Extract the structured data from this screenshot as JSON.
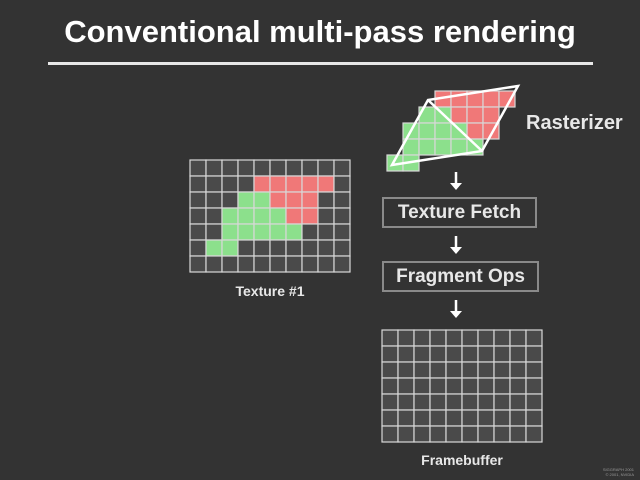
{
  "title": "Conventional multi-pass rendering",
  "labels": {
    "rasterizer": "Rasterizer",
    "texture_fetch": "Texture Fetch",
    "fragment_ops": "Fragment Ops",
    "texture": "Texture #1",
    "framebuffer": "Framebuffer"
  },
  "footer": [
    "SIGGRAPH 2001",
    "© 2001, NVIDIA"
  ],
  "colors": {
    "red": "#f07878",
    "green": "#8ce08c",
    "cell": "#4a4a4a",
    "grid": "#d8d8d8"
  },
  "texture_grid": {
    "cols": 10,
    "rows": 7,
    "red": [
      [
        1,
        4
      ],
      [
        1,
        5
      ],
      [
        1,
        6
      ],
      [
        1,
        7
      ],
      [
        1,
        8
      ],
      [
        2,
        5
      ],
      [
        2,
        6
      ],
      [
        2,
        7
      ],
      [
        3,
        6
      ],
      [
        3,
        7
      ]
    ],
    "green": [
      [
        2,
        3
      ],
      [
        2,
        4
      ],
      [
        3,
        2
      ],
      [
        3,
        3
      ],
      [
        3,
        4
      ],
      [
        3,
        5
      ],
      [
        4,
        2
      ],
      [
        4,
        3
      ],
      [
        4,
        4
      ],
      [
        4,
        5
      ],
      [
        4,
        6
      ],
      [
        5,
        1
      ],
      [
        5,
        2
      ]
    ]
  },
  "raster_grid": {
    "red": [
      [
        0,
        3
      ],
      [
        0,
        4
      ],
      [
        0,
        5
      ],
      [
        0,
        6
      ],
      [
        0,
        7
      ],
      [
        1,
        4
      ],
      [
        1,
        5
      ],
      [
        1,
        6
      ],
      [
        2,
        5
      ],
      [
        2,
        6
      ]
    ],
    "green": [
      [
        1,
        2
      ],
      [
        1,
        3
      ],
      [
        2,
        1
      ],
      [
        2,
        2
      ],
      [
        2,
        3
      ],
      [
        2,
        4
      ],
      [
        3,
        1
      ],
      [
        3,
        2
      ],
      [
        3,
        3
      ],
      [
        3,
        4
      ],
      [
        3,
        5
      ],
      [
        4,
        0
      ],
      [
        4,
        1
      ]
    ]
  },
  "framebuffer_grid": {
    "cols": 10,
    "rows": 7
  }
}
